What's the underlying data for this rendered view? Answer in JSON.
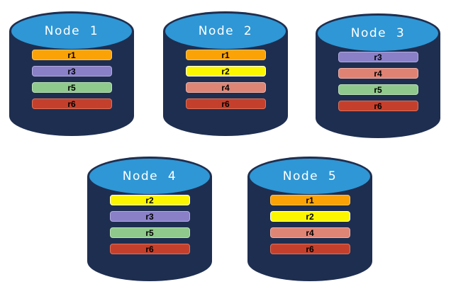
{
  "diagram": {
    "type": "database-replica-distribution",
    "colors": {
      "background": "#FFFFFF",
      "cylinder_body": "#1E2E50",
      "cylinder_top": "#2F97D5",
      "title_text": "#FFFFFF",
      "bar_text": "#000000"
    },
    "nodes": [
      {
        "label": "Node  1",
        "replicas": [
          {
            "id": "r1",
            "fill": "#FBA306",
            "border": "#FFC55C"
          },
          {
            "id": "r3",
            "fill": "#8980C8",
            "border": "#B3ACDE"
          },
          {
            "id": "r5",
            "fill": "#8FC98B",
            "border": "#BBE0B8"
          },
          {
            "id": "r6",
            "fill": "#C5402C",
            "border": "#DC7258"
          }
        ]
      },
      {
        "label": "Node  2",
        "replicas": [
          {
            "id": "r1",
            "fill": "#FBA306",
            "border": "#FFC55C"
          },
          {
            "id": "r2",
            "fill": "#FCF500",
            "border": "#FFFFFF"
          },
          {
            "id": "r4",
            "fill": "#DE8576",
            "border": "#EDB0A6"
          },
          {
            "id": "r6",
            "fill": "#C5402C",
            "border": "#DC7258"
          }
        ]
      },
      {
        "label": "Node  3",
        "replicas": [
          {
            "id": "r3",
            "fill": "#8980C8",
            "border": "#B3ACDE"
          },
          {
            "id": "r4",
            "fill": "#E08273",
            "border": "#EDB0A6"
          },
          {
            "id": "r5",
            "fill": "#8FC98B",
            "border": "#BBE0B8"
          },
          {
            "id": "r6",
            "fill": "#C5402C",
            "border": "#DC7258"
          }
        ]
      },
      {
        "label": "Node  4",
        "replicas": [
          {
            "id": "r2",
            "fill": "#FCF500",
            "border": "#FFFFFF"
          },
          {
            "id": "r3",
            "fill": "#8980C8",
            "border": "#B3ACDE"
          },
          {
            "id": "r5",
            "fill": "#8FC98B",
            "border": "#BBE0B8"
          },
          {
            "id": "r6",
            "fill": "#C5402C",
            "border": "#DC7258"
          }
        ]
      },
      {
        "label": "Node  5",
        "replicas": [
          {
            "id": "r1",
            "fill": "#FBA306",
            "border": "#FFC55C"
          },
          {
            "id": "r2",
            "fill": "#FCF500",
            "border": "#FFFFFF"
          },
          {
            "id": "r4",
            "fill": "#DE8576",
            "border": "#EDB0A6"
          },
          {
            "id": "r6",
            "fill": "#C5402C",
            "border": "#DC7258"
          }
        ]
      }
    ]
  }
}
